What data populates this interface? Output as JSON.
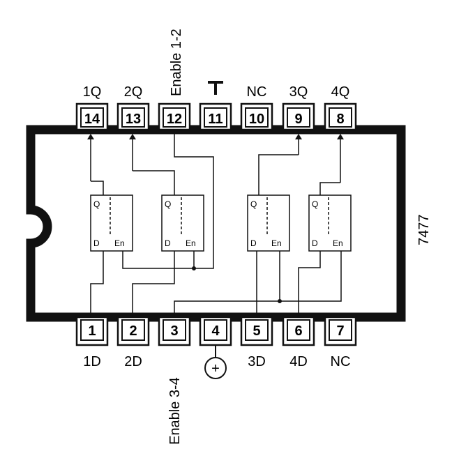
{
  "chip": {
    "part_number": "7477"
  },
  "top_pins": [
    {
      "number": "14",
      "label": "1Q"
    },
    {
      "number": "13",
      "label": "2Q"
    },
    {
      "number": "12",
      "label": "Enable 1-2"
    },
    {
      "number": "11",
      "label": "",
      "symbol": "ground-icon"
    },
    {
      "number": "10",
      "label": "NC"
    },
    {
      "number": "9",
      "label": "3Q"
    },
    {
      "number": "8",
      "label": "4Q"
    }
  ],
  "bottom_pins": [
    {
      "number": "1",
      "label": "1D"
    },
    {
      "number": "2",
      "label": "2D"
    },
    {
      "number": "3",
      "label": "Enable 3-4"
    },
    {
      "number": "4",
      "label": "",
      "symbol": "plus-circle-icon",
      "symbol_text": "+"
    },
    {
      "number": "5",
      "label": "3D"
    },
    {
      "number": "6",
      "label": "4D"
    },
    {
      "number": "7",
      "label": "NC"
    }
  ],
  "flip_flops": [
    {
      "q": "Q",
      "d": "D",
      "en": "En"
    },
    {
      "q": "Q",
      "d": "D",
      "en": "En"
    },
    {
      "q": "Q",
      "d": "D",
      "en": "En"
    },
    {
      "q": "Q",
      "d": "D",
      "en": "En"
    }
  ],
  "colors": {
    "ink": "#111111",
    "background": "#ffffff"
  }
}
